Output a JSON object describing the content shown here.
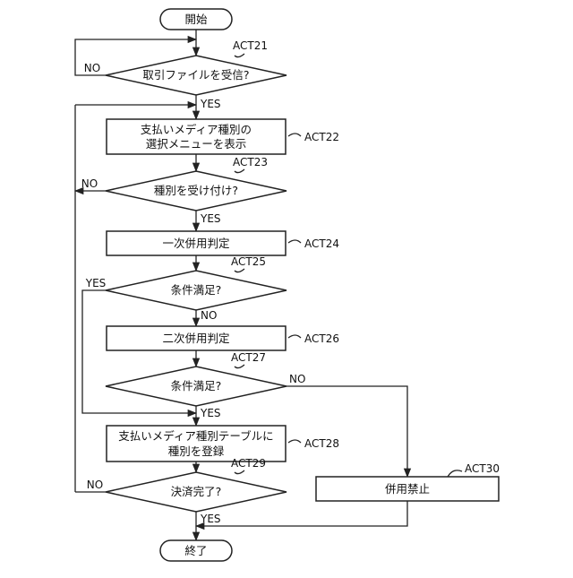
{
  "nodes": {
    "start": "開始",
    "act21": {
      "text": "取引ファイルを受信?",
      "id": "ACT21"
    },
    "act22": {
      "line1": "支払いメディア種別の",
      "line2": "選択メニューを表示",
      "id": "ACT22"
    },
    "act23": {
      "text": "種別を受け付け?",
      "id": "ACT23"
    },
    "act24": {
      "text": "一次併用判定",
      "id": "ACT24"
    },
    "act25": {
      "text": "条件満足?",
      "id": "ACT25"
    },
    "act26": {
      "text": "二次併用判定",
      "id": "ACT26"
    },
    "act27": {
      "text": "条件満足?",
      "id": "ACT27"
    },
    "act28": {
      "line1": "支払いメディア種別テーブルに",
      "line2": "種別を登録",
      "id": "ACT28"
    },
    "act29": {
      "text": "決済完了?",
      "id": "ACT29"
    },
    "act30": {
      "text": "併用禁止",
      "id": "ACT30"
    },
    "end": "終了"
  },
  "branch_labels": {
    "act21_no": "NO",
    "act21_yes": "YES",
    "act23_no": "NO",
    "act23_yes": "YES",
    "act25_yes": "YES",
    "act25_no": "NO",
    "act27_no": "NO",
    "act27_yes": "YES",
    "act29_no": "NO",
    "act29_yes": "YES"
  }
}
